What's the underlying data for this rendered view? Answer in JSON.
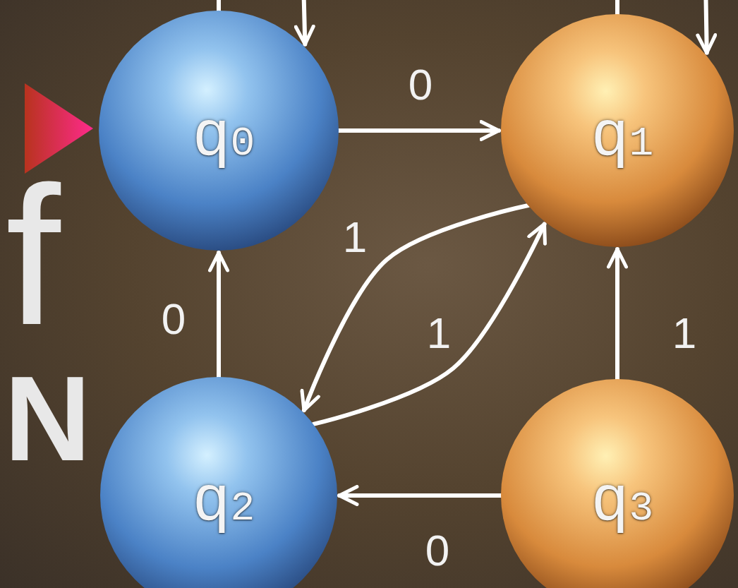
{
  "diagram": {
    "nodes": [
      {
        "text": [
          "q0"
        ]
      },
      {
        "text": [
          "q1"
        ]
      },
      {
        "text": [
          "q2"
        ]
      },
      {
        "text": [
          "q3"
        ]
      }
    ],
    "edges": [
      {
        "from": 0,
        "to": 0,
        "arrow": "to"
      },
      {
        "from": 0,
        "to": 1,
        "label": "0",
        "arrow": "to"
      },
      {
        "from": 1,
        "to": 1,
        "arrow": "to"
      },
      {
        "from": 1,
        "to": 2,
        "label": "1",
        "arrow": "to"
      },
      {
        "from": 2,
        "to": 1,
        "label": "1",
        "arrow": "to"
      },
      {
        "from": 2,
        "to": 0,
        "label": "0",
        "arrow": "to"
      },
      {
        "from": 3,
        "to": 1,
        "label": "1",
        "arrow": "to"
      },
      {
        "from": 3,
        "to": 2,
        "label": "0",
        "arrow": "to"
      }
    ],
    "labels": [
      "f",
      "N"
    ]
  }
}
